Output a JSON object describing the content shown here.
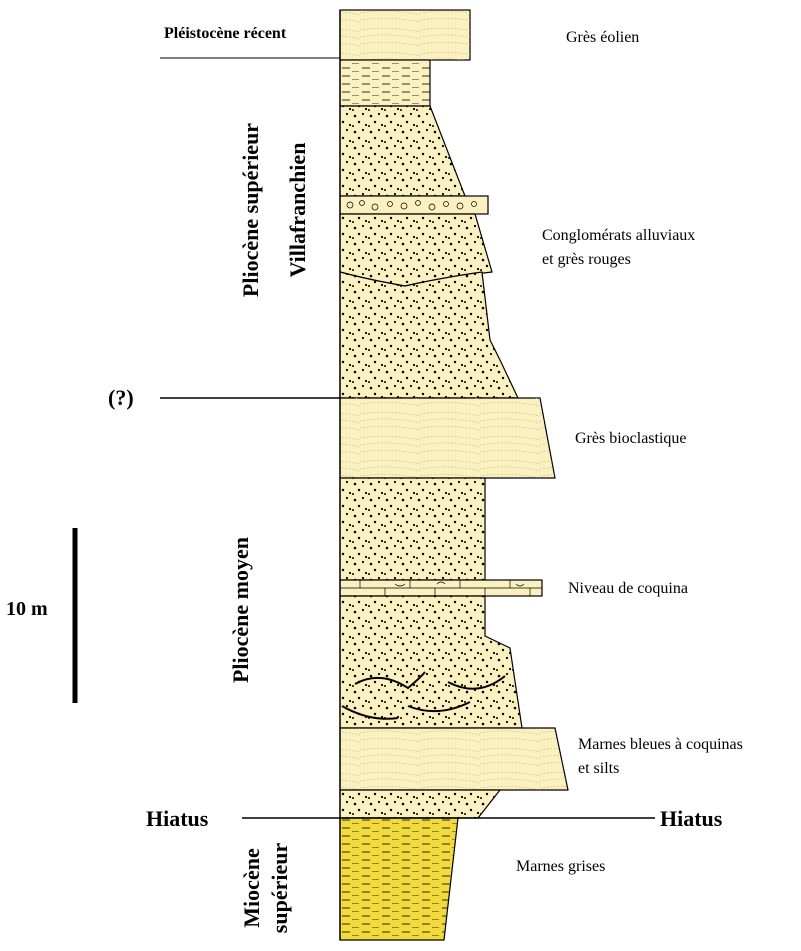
{
  "stratigraphic_units": {
    "pleistocene": "Pléistocène récent",
    "pliocene_sup": "Pliocène supérieur",
    "villafranchien": "Villafranchien",
    "pliocene_moyen": "Pliocène moyen",
    "miocene_line1": "Miocène",
    "miocene_line2": "supérieur"
  },
  "markers": {
    "question": "(?)",
    "hiatus_left": "Hiatus",
    "hiatus_right": "Hiatus",
    "scale": "10 m"
  },
  "lithology_labels": {
    "gres_eolien": "Grès éolien",
    "conglomerats_1": "Conglomérats alluviaux",
    "conglomerats_2": "et grès rouges",
    "gres_bioclastique": "Grès bioclastique",
    "coquina": "Niveau de coquina",
    "marnes_bleues_1": "Marnes bleues à coquinas",
    "marnes_bleues_2": "et silts",
    "marnes_grises": "Marnes grises"
  },
  "colors": {
    "sand": "#FAF0C0",
    "marl_yellow": "#F2DA3C",
    "ink": "#000000"
  }
}
